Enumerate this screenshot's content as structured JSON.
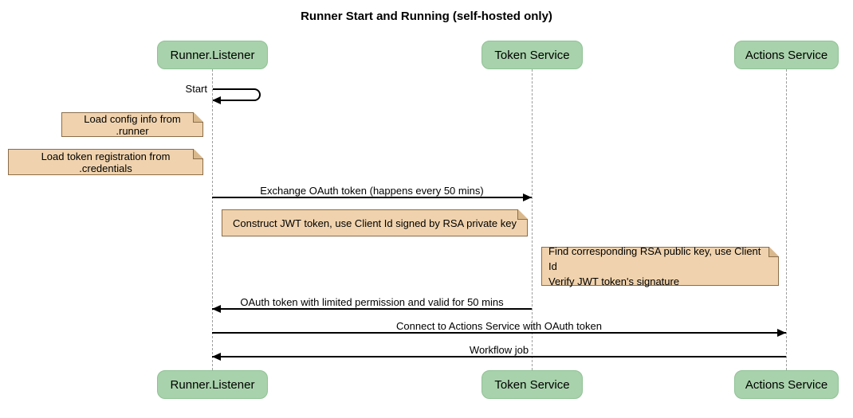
{
  "title": "Runner Start and Running (self-hosted only)",
  "actors": [
    {
      "label": "Runner.Listener"
    },
    {
      "label": "Token Service"
    },
    {
      "label": "Actions Service"
    }
  ],
  "self_message": {
    "label": "Start",
    "actor": "Runner.Listener"
  },
  "notes": [
    {
      "text": "Load config info from .runner",
      "position": "left of Runner.Listener"
    },
    {
      "text": "Load token registration from .credentials",
      "position": "left of Runner.Listener"
    },
    {
      "text": "Construct JWT token, use Client Id signed by RSA private key",
      "position": "between Runner.Listener and Token Service"
    },
    {
      "line1": "Find corresponding RSA public key, use Client Id",
      "line2": "Verify JWT token's signature",
      "position": "between Token Service and Actions Service"
    }
  ],
  "messages": [
    {
      "label": "Exchange OAuth token (happens every 50 mins)",
      "from": "Runner.Listener",
      "to": "Token Service"
    },
    {
      "label": "OAuth token with limited permission and valid for 50 mins",
      "from": "Token Service",
      "to": "Runner.Listener"
    },
    {
      "label": "Connect to Actions Service with OAuth token",
      "from": "Runner.Listener",
      "to": "Actions Service"
    },
    {
      "label": "Workflow job",
      "from": "Actions Service",
      "to": "Runner.Listener"
    }
  ],
  "colors": {
    "actor_fill": "#a8d2ab",
    "actor_border": "#90c295",
    "note_fill": "#f0d3ae",
    "note_border": "#8a6d4a",
    "note_fold": "#d9b98c",
    "lifeline": "#9e9e9e",
    "message_line": "#000000",
    "background": "#ffffff",
    "text": "#000000"
  }
}
